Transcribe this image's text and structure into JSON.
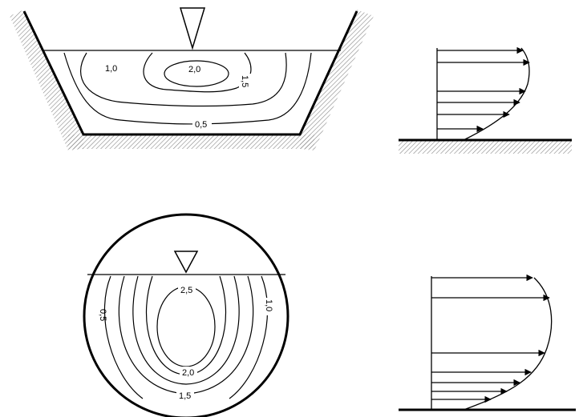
{
  "trapezoidal_channel": {
    "contour_labels": {
      "c10": "1,0",
      "c20": "2,0",
      "c15": "1,5",
      "c05": "0,5"
    }
  },
  "circular_pipe": {
    "contour_labels": {
      "c25": "2,5",
      "c05": "0,5",
      "c10": "1,0",
      "c20": "2,0",
      "c15": "1,5"
    }
  },
  "colors": {
    "line": "#000000",
    "hatch": "#888888",
    "background": "#ffffff"
  }
}
